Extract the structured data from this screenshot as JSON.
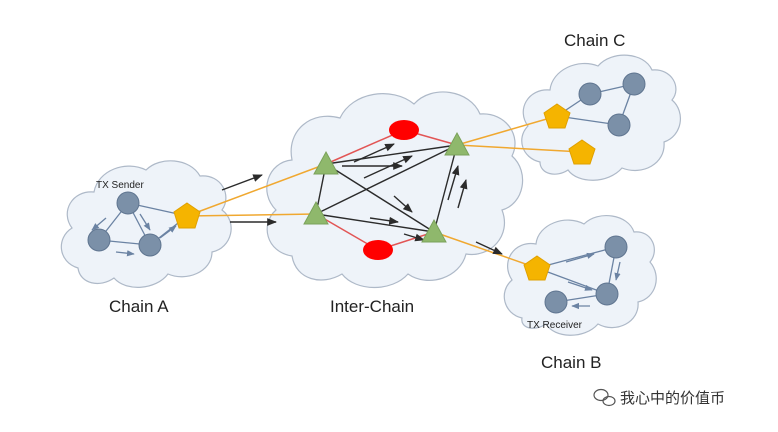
{
  "colors": {
    "cloud_fill": "#eef3f9",
    "cloud_stroke": "#aeb9c8",
    "node": "#7b90a8",
    "node_stroke": "#5f7590",
    "relay": "#8fb86c",
    "hub": "#ff0000",
    "gateway": "#f5b400",
    "link_orange": "#f0a830",
    "link_red": "#e25555",
    "arrow_dark": "#2b2b2b",
    "arrow_blue": "#6b83a3"
  },
  "labels": {
    "chain_a": "Chain A",
    "chain_b": "Chain B",
    "chain_c": "Chain C",
    "inter_chain": "Inter-Chain",
    "tx_sender": "TX Sender",
    "tx_receiver": "TX Receiver"
  },
  "watermark": {
    "icon": "wechat-icon",
    "text": "我心中的价值币"
  }
}
